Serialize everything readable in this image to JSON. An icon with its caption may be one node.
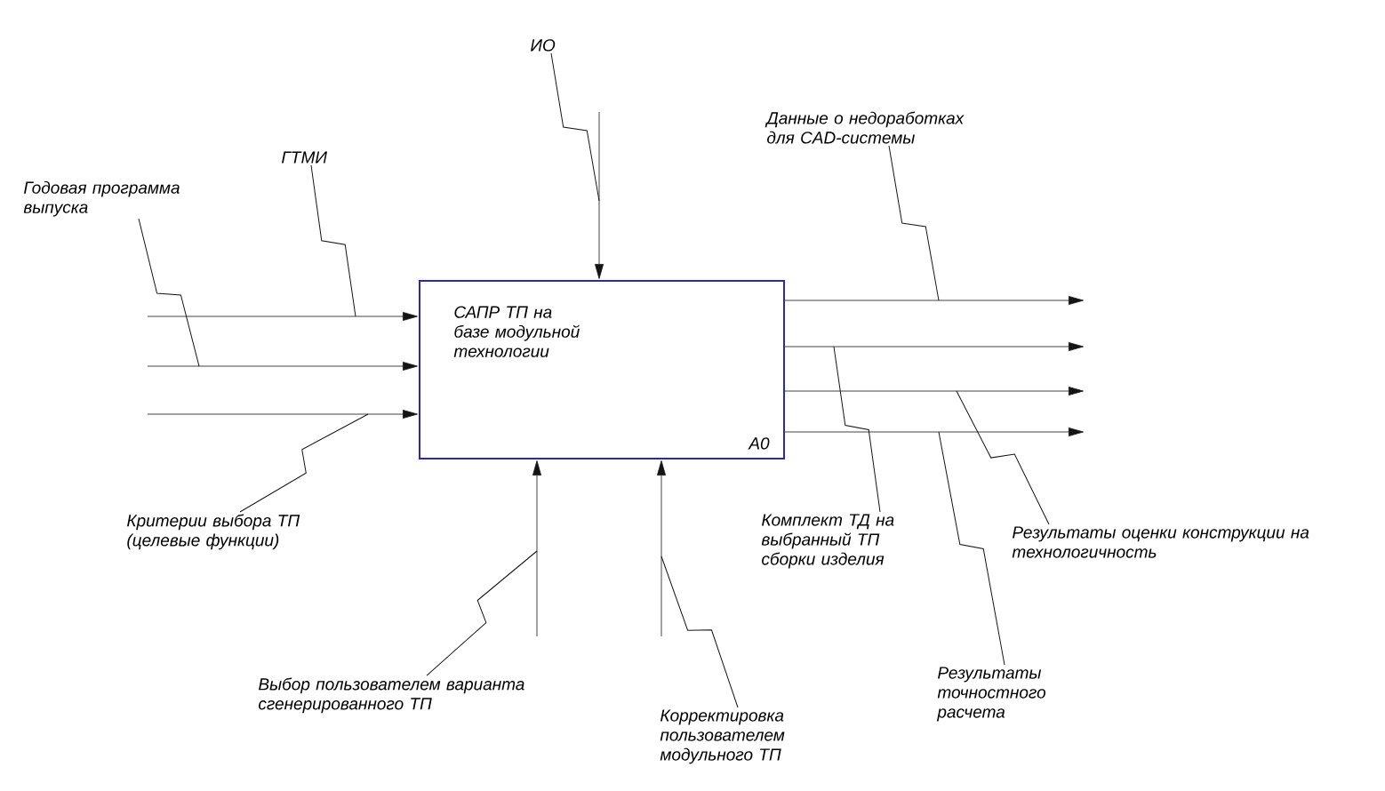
{
  "diagram": {
    "nodes": [
      {
        "text": [
          "ИО"
        ]
      },
      {
        "text": [
          "ГТМИ"
        ]
      },
      {
        "text": [
          "Годовая программа выпуска"
        ]
      },
      {
        "text": [
          "Данные о недоработках для CAD-системы"
        ]
      },
      {
        "text": [
          "САПР ТП на базе модульной технологии",
          "A0"
        ]
      },
      {
        "text": [
          "Критерии выбора ТП (целевые функции)"
        ]
      },
      {
        "text": [
          "Комплект ТД на выбранный ТП сборки изделия"
        ]
      },
      {
        "text": [
          "Результаты оценки конструкции на технологичность"
        ]
      },
      {
        "text": [
          "Выбор пользователем варианта сгенерированного ТП"
        ]
      },
      {
        "text": [
          "Результаты точностного расчета"
        ]
      },
      {
        "text": [
          "Корректировка пользователем модульного ТП"
        ]
      }
    ],
    "edges": [
      {
        "from": null,
        "to": 4,
        "arrow": "to"
      },
      {
        "from": null,
        "to": 4,
        "arrow": "to"
      },
      {
        "from": null,
        "to": 4,
        "arrow": "to"
      },
      {
        "from": null,
        "to": 4,
        "arrow": "to"
      },
      {
        "from": null,
        "to": 4,
        "arrow": "to"
      },
      {
        "from": null,
        "to": 4,
        "arrow": "to"
      },
      {
        "from": 4,
        "to": null,
        "arrow": "to"
      },
      {
        "from": 4,
        "to": null,
        "arrow": "to"
      },
      {
        "from": 4,
        "to": null,
        "arrow": "to"
      },
      {
        "from": 4,
        "to": null,
        "arrow": "to"
      },
      {
        "from": 0,
        "to": null,
        "arrow": "none"
      },
      {
        "from": 1,
        "to": null,
        "arrow": "none"
      },
      {
        "from": 2,
        "to": null,
        "arrow": "none"
      },
      {
        "from": 3,
        "to": null,
        "arrow": "none"
      },
      {
        "from": 5,
        "to": null,
        "arrow": "none"
      },
      {
        "from": 6,
        "to": null,
        "arrow": "none"
      },
      {
        "from": 7,
        "to": null,
        "arrow": "none"
      },
      {
        "from": 8,
        "to": null,
        "arrow": "none"
      },
      {
        "from": 9,
        "to": null,
        "arrow": "none"
      },
      {
        "from": 10,
        "to": null,
        "arrow": "none"
      }
    ]
  }
}
